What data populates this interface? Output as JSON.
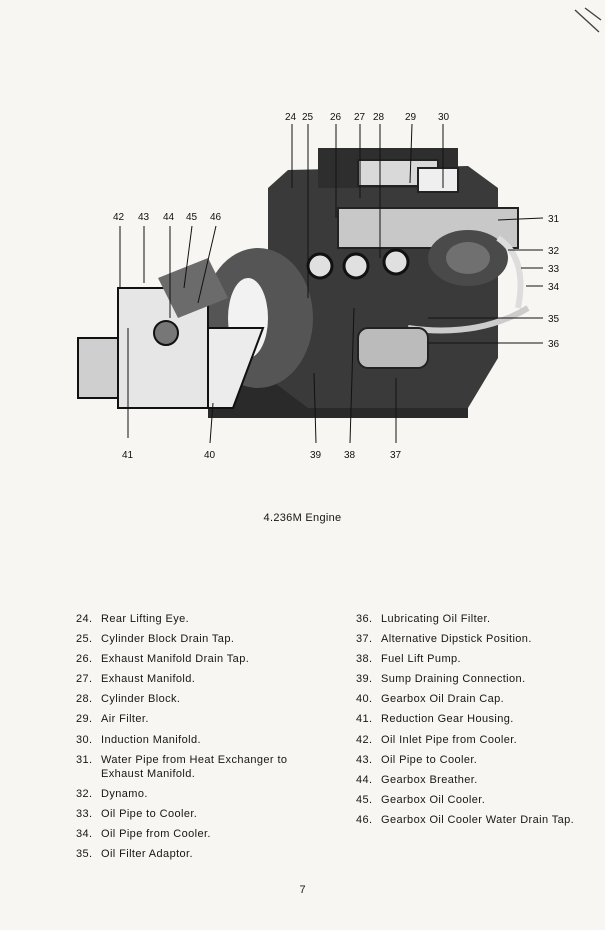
{
  "figure": {
    "callouts": [
      "24",
      "25",
      "26",
      "27",
      "28",
      "29",
      "30",
      "31",
      "32",
      "33",
      "34",
      "35",
      "36",
      "37",
      "38",
      "39",
      "40",
      "41",
      "42",
      "43",
      "44",
      "45",
      "46"
    ]
  },
  "caption": "4.236M  Engine",
  "legend_left": [
    {
      "num": "24.",
      "text": "Rear Lifting Eye."
    },
    {
      "num": "25.",
      "text": "Cylinder Block Drain Tap."
    },
    {
      "num": "26.",
      "text": "Exhaust Manifold Drain Tap."
    },
    {
      "num": "27.",
      "text": "Exhaust Manifold."
    },
    {
      "num": "28.",
      "text": "Cylinder Block."
    },
    {
      "num": "29.",
      "text": "Air Filter."
    },
    {
      "num": "30.",
      "text": "Induction Manifold."
    },
    {
      "num": "31.",
      "text": "Water Pipe from Heat Exchanger to Exhaust Manifold."
    },
    {
      "num": "32.",
      "text": "Dynamo."
    },
    {
      "num": "33.",
      "text": "Oil Pipe to Cooler."
    },
    {
      "num": "34.",
      "text": "Oil Pipe from Cooler."
    },
    {
      "num": "35.",
      "text": "Oil Filter Adaptor."
    }
  ],
  "legend_right": [
    {
      "num": "36.",
      "text": "Lubricating Oil Filter."
    },
    {
      "num": "37.",
      "text": "Alternative Dipstick Position."
    },
    {
      "num": "38.",
      "text": "Fuel Lift Pump."
    },
    {
      "num": "39.",
      "text": "Sump Draining Connection."
    },
    {
      "num": "40.",
      "text": "Gearbox Oil Drain Cap."
    },
    {
      "num": "41.",
      "text": "Reduction Gear Housing."
    },
    {
      "num": "42.",
      "text": "Oil Inlet Pipe from Cooler."
    },
    {
      "num": "43.",
      "text": "Oil Pipe to Cooler."
    },
    {
      "num": "44.",
      "text": "Gearbox Breather."
    },
    {
      "num": "45.",
      "text": "Gearbox Oil Cooler."
    },
    {
      "num": "46.",
      "text": "Gearbox Oil Cooler Water Drain Tap."
    }
  ],
  "page_number": "7"
}
